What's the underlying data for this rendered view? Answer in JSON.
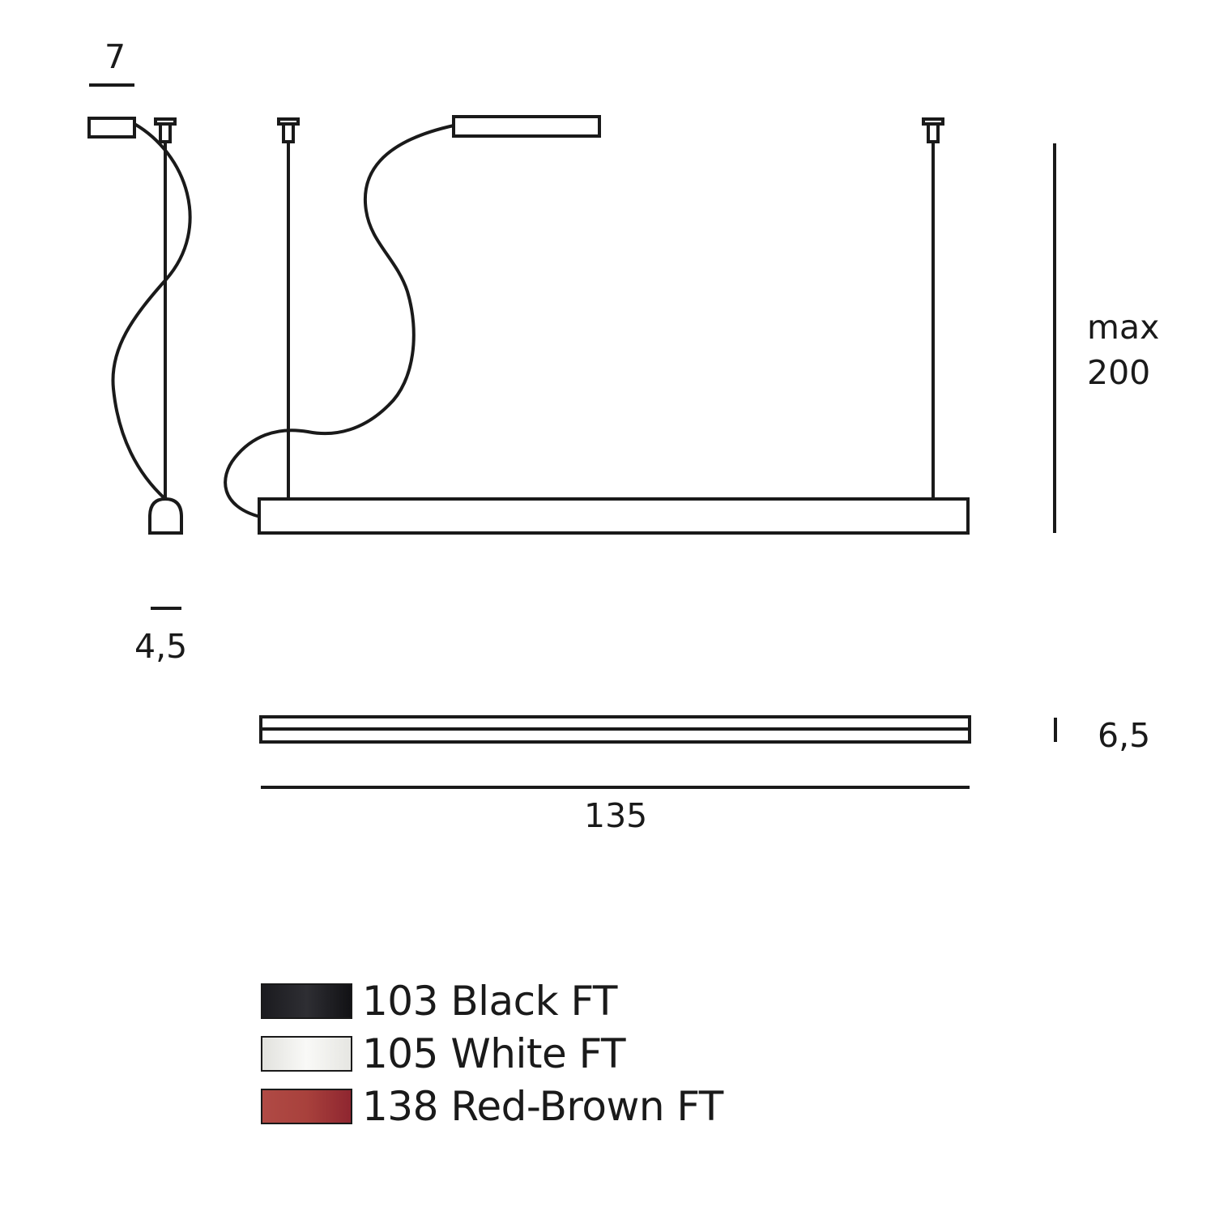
{
  "dimensions": {
    "canopy_width": "7",
    "body_depth": "4,5",
    "height_prefix": "max",
    "height_value": "200",
    "body_height": "6,5",
    "length": "135"
  },
  "finishes": [
    {
      "code": "103",
      "name": "Black FT",
      "colors": [
        "#1b1b1f",
        "#2e2e33",
        "#121215"
      ]
    },
    {
      "code": "105",
      "name": "White FT",
      "colors": [
        "#e2e2de",
        "#f9f9f7",
        "#e6e6e2"
      ]
    },
    {
      "code": "138",
      "name": "Red-Brown FT",
      "colors": [
        "#b04a45",
        "#a8413c",
        "#8f2630"
      ]
    }
  ],
  "line_color": "#1a1a1a"
}
